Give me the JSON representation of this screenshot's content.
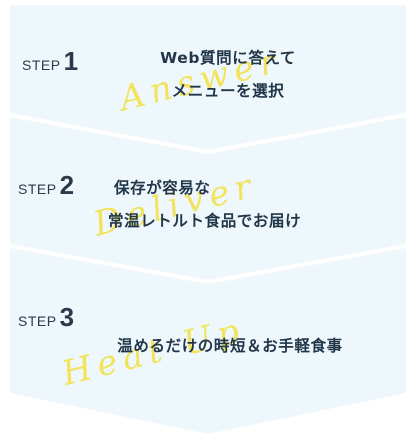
{
  "steps": [
    {
      "word": "STEP",
      "number": "1",
      "line1": "Web質問に答えて",
      "line2": "メニューを選択",
      "script": "Answer"
    },
    {
      "word": "STEP",
      "number": "2",
      "line1": "保存が容易な",
      "line2": "常温レトルト食品でお届け",
      "script": "Deliver"
    },
    {
      "word": "STEP",
      "number": "3",
      "line1": "温めるだけの時短＆お手軽食事",
      "line2": "",
      "script": "Heat Up"
    }
  ],
  "colors": {
    "chevron": "#eef7fb",
    "text": "#22364a",
    "script": "#f2e14a"
  }
}
